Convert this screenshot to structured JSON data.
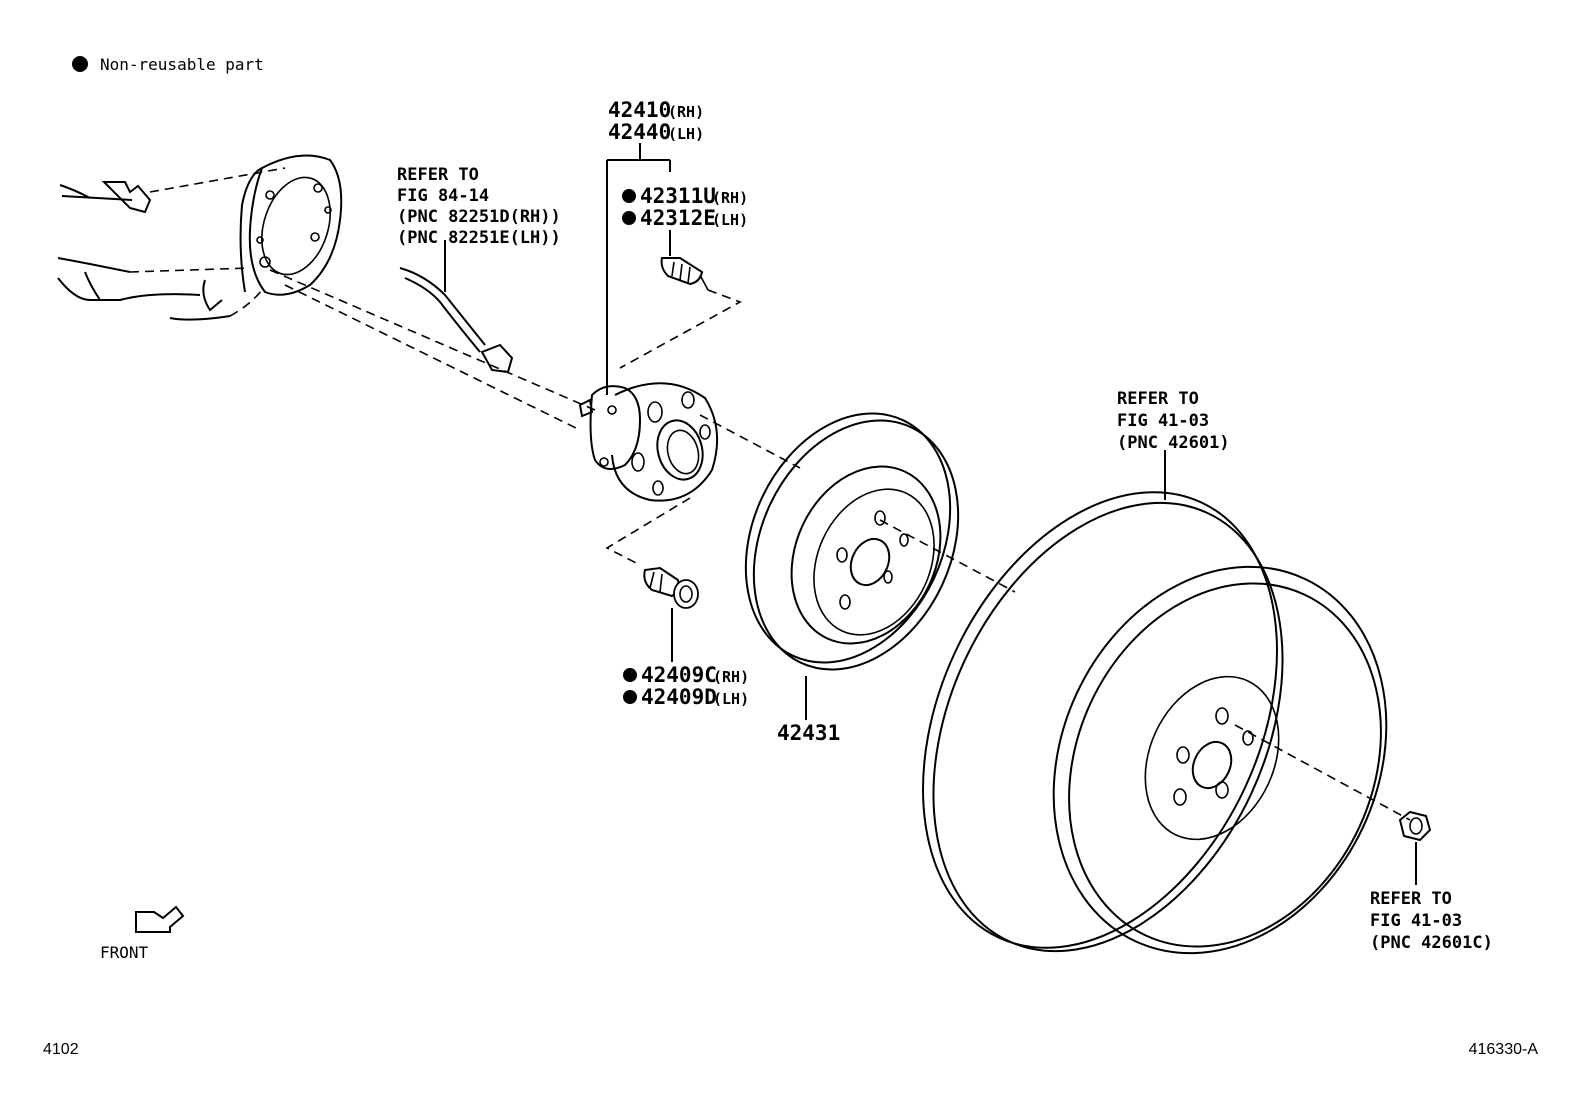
{
  "legend": {
    "marker_icon": "filled-circle-icon",
    "text": "Non-reusable part"
  },
  "callouts": {
    "hub": {
      "pn_rh": "42410",
      "suffix_rh": "(RH)",
      "pn_lh": "42440",
      "suffix_lh": "(LH)"
    },
    "hub_bolt": {
      "pn_rh": "42311U",
      "suffix_rh": "(RH)",
      "pn_lh": "42312E",
      "suffix_lh": "(LH)"
    },
    "hub_bolt_lower": {
      "pn_rh": "42409C",
      "suffix_rh": "(RH)",
      "pn_lh": "42409D",
      "suffix_lh": "(LH)"
    },
    "disc": {
      "pn": "42431"
    },
    "sensor_ref": [
      "REFER TO",
      "FIG 84-14",
      "(PNC 82251D(RH))",
      "(PNC 82251E(LH))"
    ],
    "wheel_ref": [
      "REFER TO",
      "FIG 41-03",
      "(PNC 42601)"
    ],
    "nut_ref": [
      "REFER TO",
      "FIG 41-03",
      "(PNC 42601C)"
    ]
  },
  "front_indicator": {
    "icon": "front-arrow-icon",
    "label": "FRONT"
  },
  "footer": {
    "left_code": "4102",
    "right_code": "416330-A"
  }
}
